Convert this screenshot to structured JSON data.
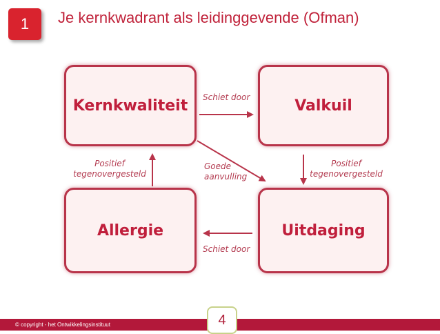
{
  "slide": {
    "section_number": "1",
    "title": "Je kernkwadrant als leidinggevende (Ofman)",
    "page_number": "4",
    "copyright": "© copyright - het Ontwikkelingsinstituut"
  },
  "diagram": {
    "boxes": {
      "top_left": "Kernkwaliteit",
      "top_right": "Valkuil",
      "bottom_left": "Allergie",
      "bottom_right": "Uitdaging"
    },
    "labels": {
      "top_arrow": "Schiet door",
      "bottom_arrow": "Schiet door",
      "diagonal_line1": "Goede",
      "diagonal_line2": "aanvulling",
      "left_line1": "Positief",
      "left_line2": "tegenovergesteld",
      "right_line1": "Positief",
      "right_line2": "tegenovergesteld"
    }
  },
  "colors": {
    "accent": "#c0223a",
    "box_border": "#b8344a",
    "box_fill": "#fdf1f1",
    "footer": "#b3183a"
  }
}
